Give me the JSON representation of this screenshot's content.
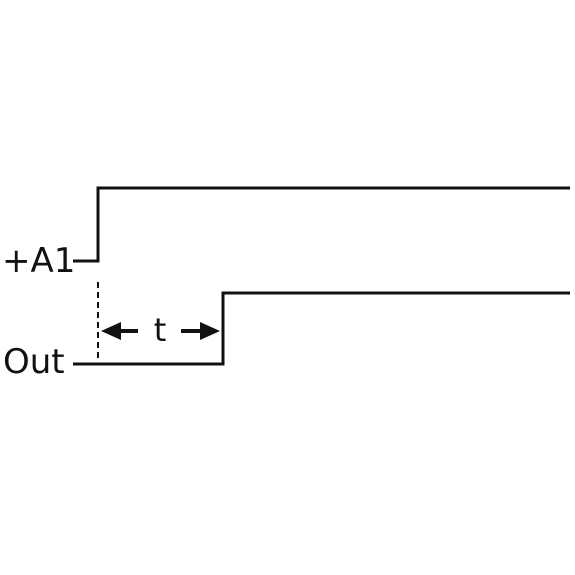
{
  "signals": {
    "a1_label": "+A1",
    "out_label": "Out"
  },
  "delay": {
    "label": "t"
  }
}
